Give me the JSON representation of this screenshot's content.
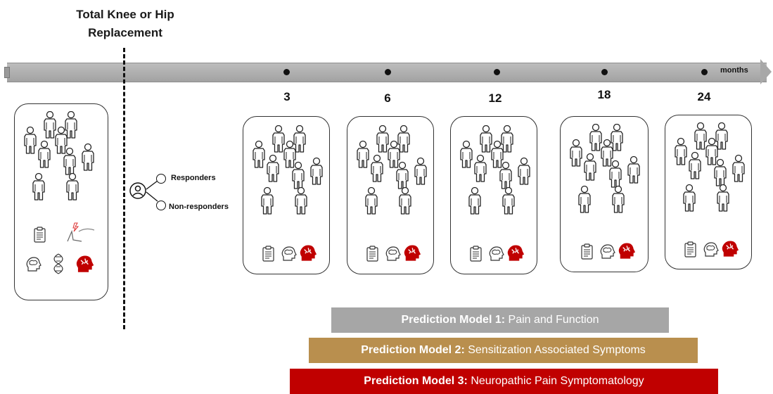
{
  "header": {
    "title": "Total Knee or Hip Replacement"
  },
  "timeline": {
    "unit_label": "months",
    "timepoints": [
      "3",
      "6",
      "12",
      "18",
      "24"
    ]
  },
  "legend": {
    "responders": "Responders",
    "non_responders": "Non-responders"
  },
  "models": [
    {
      "name": "Prediction Model 1:",
      "detail": "Pain and Function",
      "color": "#a6a6a6"
    },
    {
      "name": "Prediction Model 2:",
      "detail": "Sensitization Associated Symptoms",
      "color": "#b98f4e"
    },
    {
      "name": "Prediction Model 3:",
      "detail": "Neuropathic Pain Symptomatology",
      "color": "#c00000"
    }
  ],
  "icons": {
    "baseline": [
      "questionnaire-icon",
      "nerve-pain-icon",
      "brain-head-icon",
      "dna-icon",
      "red-brain-head-icon"
    ],
    "followup": [
      "questionnaire-icon",
      "brain-head-icon",
      "red-brain-head-icon"
    ]
  },
  "colors": {
    "accent_red": "#c00000",
    "timeline_gray": "#a6a6a6"
  }
}
